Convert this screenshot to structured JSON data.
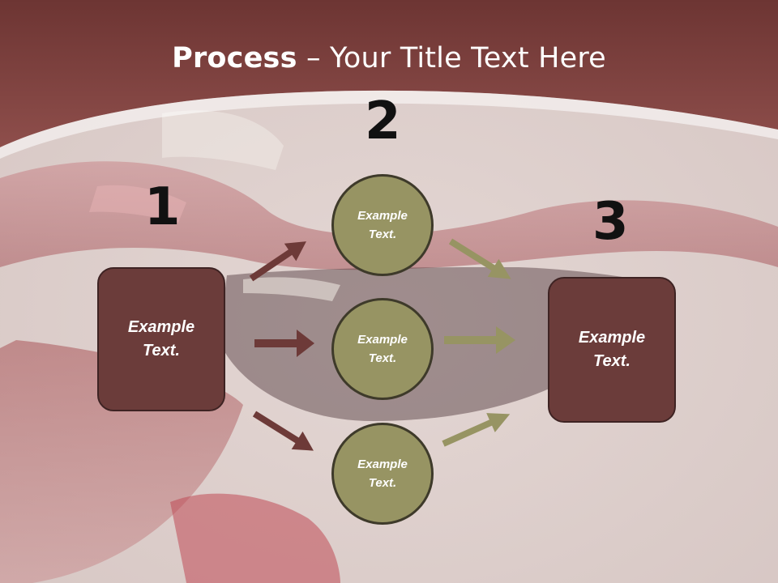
{
  "slide": {
    "title_bold": "Process",
    "title_rest": " – Your Title Text Here"
  },
  "steps": [
    "1",
    "2",
    "3"
  ],
  "left_box": "Example\nText.",
  "right_box": "Example\nText.",
  "circles": [
    "Example\nText.",
    "Example\nText.",
    "Example\nText."
  ],
  "colors": {
    "header": "#7a3f3d",
    "box_fill": "#6b3c3a",
    "circle_fill": "#979463",
    "arrow_left": "#6d3a38",
    "arrow_right": "#979463"
  }
}
